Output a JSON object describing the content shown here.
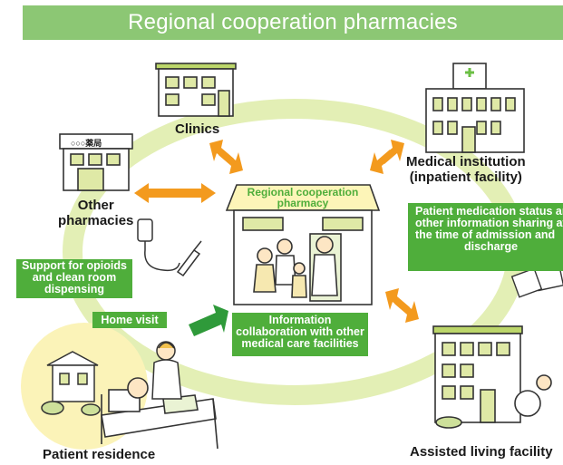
{
  "title": "Regional cooperation pharmacies",
  "nodes": {
    "clinics": "Clinics",
    "medical_institution": [
      "Medical institution",
      "(inpatient facility)"
    ],
    "other_pharmacies": [
      "Other",
      "pharmacies"
    ],
    "other_pharmacy_sign": "○○○薬局",
    "patient_residence": "Patient residence",
    "assisted_living": "Assisted living facility",
    "center": [
      "Regional cooperation",
      "pharmacy"
    ]
  },
  "boxes": {
    "opioids": [
      "Support for opioids",
      "and clean room",
      "dispensing"
    ],
    "home_visit": "Home visit",
    "info_collab": [
      "Information",
      "collaboration with other",
      "medical care facilities"
    ],
    "medication_status": [
      "Patient medication status and",
      "other information sharing at",
      "the time of admission and",
      "discharge"
    ]
  },
  "colors": {
    "title_bg": "#8cc774",
    "box_green": "#4fae3b",
    "arrow_orange": "#f39a1e",
    "ring": "#e3efb5"
  }
}
